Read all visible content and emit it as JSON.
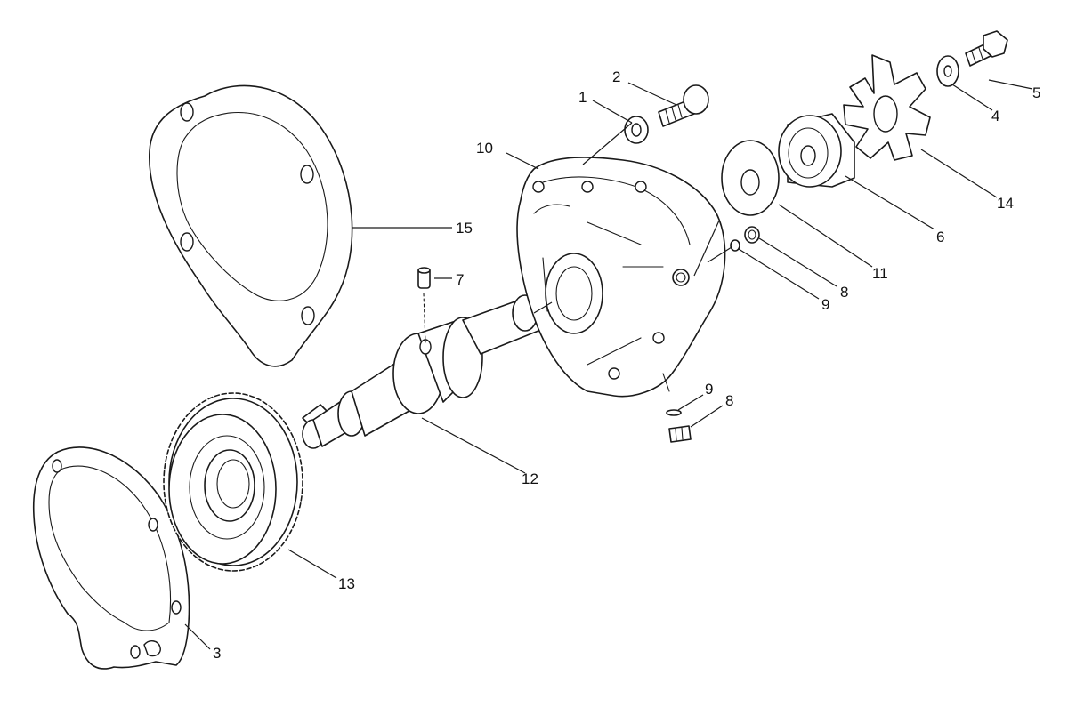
{
  "callouts": [
    {
      "id": "c1",
      "label": "1"
    },
    {
      "id": "c2",
      "label": "2"
    },
    {
      "id": "c3",
      "label": "3"
    },
    {
      "id": "c4",
      "label": "4"
    },
    {
      "id": "c5",
      "label": "5"
    },
    {
      "id": "c6",
      "label": "6"
    },
    {
      "id": "c7",
      "label": "7"
    },
    {
      "id": "c8a",
      "label": "8"
    },
    {
      "id": "c8b",
      "label": "8"
    },
    {
      "id": "c9a",
      "label": "9"
    },
    {
      "id": "c9b",
      "label": "9"
    },
    {
      "id": "c10",
      "label": "10"
    },
    {
      "id": "c11",
      "label": "11"
    },
    {
      "id": "c12",
      "label": "12"
    },
    {
      "id": "c13",
      "label": "13"
    },
    {
      "id": "c14",
      "label": "14"
    },
    {
      "id": "c15",
      "label": "15"
    }
  ]
}
